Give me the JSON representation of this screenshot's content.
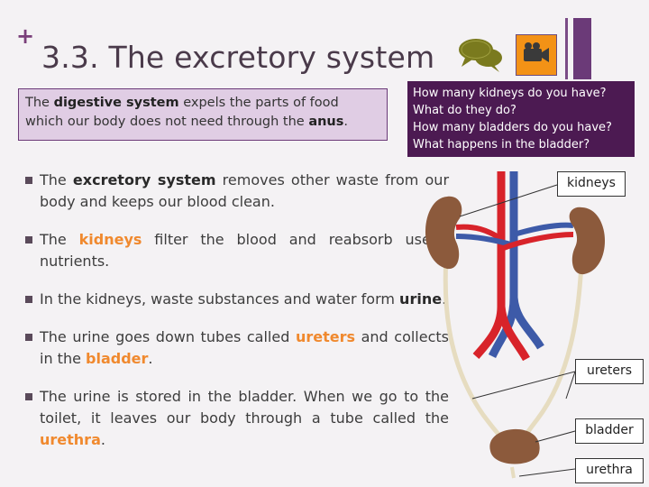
{
  "slide": {
    "plus": "+",
    "title": "3.3. The excretory system"
  },
  "digestive_box": {
    "t1": "The ",
    "b1": "digestive system",
    "t2": " expels the parts of food which our body does not need through the ",
    "b2": "anus",
    "t3": "."
  },
  "questions": [
    "How many kidneys do you have?",
    "What do they do?",
    "How many bladders do you have?",
    "What happens in the bladder?"
  ],
  "bullets": [
    {
      "t1": "The ",
      "b1": "excretory system",
      "t2": " removes other waste from our body and keeps our blood clean."
    },
    {
      "t1": "The ",
      "b1": "kidneys",
      "t2": " filter the blood and reabsorb useful nutrients."
    },
    {
      "t1": "In the kidneys, waste substances and water form ",
      "b1": "urine",
      "t2": "."
    },
    {
      "t1": "The urine goes down tubes called ",
      "b1": "ureters",
      "t2": " and collects in the ",
      "b2": "bladder",
      "t3": "."
    },
    {
      "t1": "The urine is stored in the bladder. When we go to the toilet, it leaves our body through a tube called the ",
      "b1": "urethra",
      "t2": "."
    }
  ],
  "labels": {
    "kidneys": "kidneys",
    "ureters": "ureters",
    "bladder": "bladder",
    "urethra": "urethra"
  },
  "icons": {
    "speech": "speech-bubbles-icon",
    "video": "video-camera-icon"
  },
  "colors": {
    "accent_purple": "#6b3a78",
    "question_bg": "#4c1a52",
    "highlight_orange": "#f0892e",
    "video_orange": "#f39216",
    "speech_green": "#7a7a1e"
  }
}
